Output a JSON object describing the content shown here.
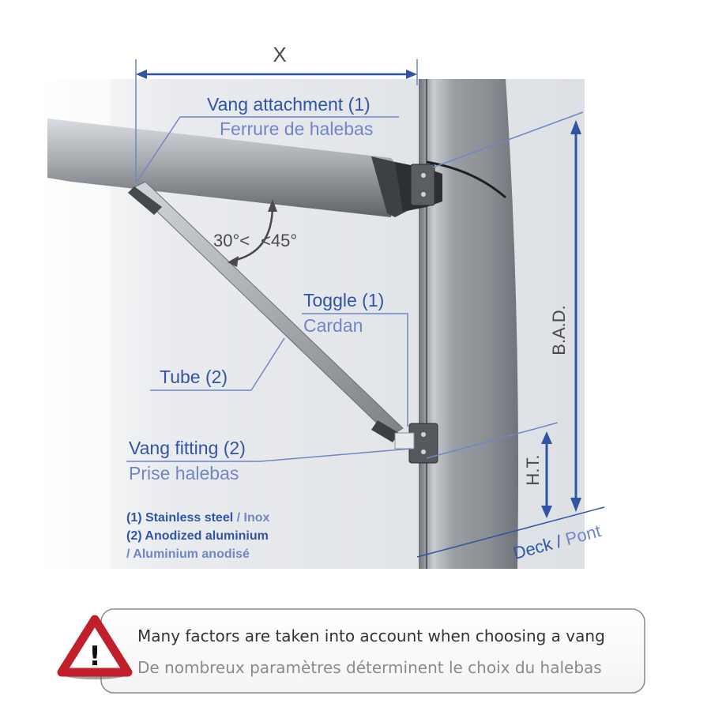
{
  "dimensions": {
    "x_label": "X",
    "bad_label": "B.A.D.",
    "ht_label": "H.T.",
    "angle_label_low": "30°<",
    "angle_label_high": "<45°"
  },
  "labels": {
    "vang_attachment": {
      "en": "Vang attachment (1)",
      "fr": "Ferrure de halebas"
    },
    "toggle": {
      "en": "Toggle (1)",
      "fr": "Cardan"
    },
    "tube": {
      "en": "Tube (2)"
    },
    "vang_fitting": {
      "en": "Vang fitting (2)",
      "fr": "Prise halebas"
    },
    "deck": {
      "en": "Deck",
      "separator": " / ",
      "fr": "Pont"
    }
  },
  "legend": {
    "line1_en": "(1) Stainless steel",
    "line1_fr": " / Inox",
    "line2_en": "(2) Anodized aluminium",
    "line3_fr": "/ Aluminium anodisé"
  },
  "warning": {
    "icon": "warning-triangle-icon",
    "en": "Many factors are taken into account when choosing a vang",
    "fr": "De nombreux paramètres déterminent le choix du halebas"
  },
  "colors": {
    "accent_blue": "#2f55a4",
    "light_blue": "#6f86c8",
    "warning_red": "#c0202a"
  }
}
